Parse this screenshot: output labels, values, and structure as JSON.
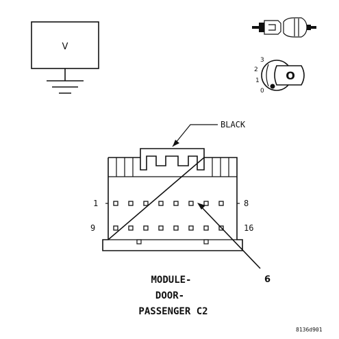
{
  "voltmeter": {
    "symbol": "V"
  },
  "ignition_key": {
    "positions": [
      "3",
      "2",
      "1",
      "0"
    ],
    "key_label": "O"
  },
  "connector": {
    "housing_color_label": "BLACK",
    "pin_row_top": {
      "start": "1",
      "end": "8"
    },
    "pin_row_bottom": {
      "start": "9",
      "end": "16"
    },
    "callout_pin": "6",
    "name_lines": [
      "MODULE-",
      "DOOR-",
      "PASSENGER C2"
    ]
  },
  "figure_id": "8136d901"
}
